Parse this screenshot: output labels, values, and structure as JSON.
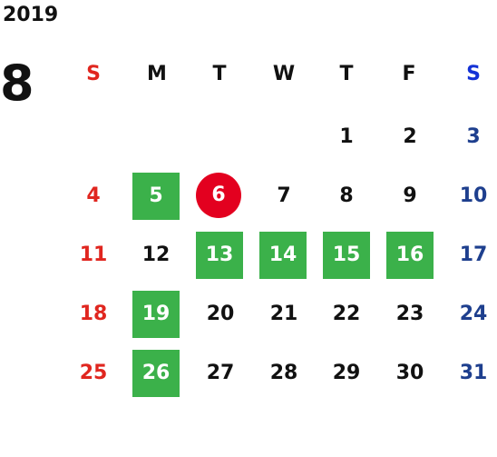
{
  "calendar": {
    "year": "2019",
    "month": "8",
    "weekdays": [
      "S",
      "M",
      "T",
      "W",
      "T",
      "F",
      "S"
    ],
    "colors": {
      "sunday": "#e0261f",
      "saturday": "#1e3f8e",
      "highlight_green": "#3bb14a",
      "today_red": "#e3001f"
    },
    "weeks": [
      [
        "",
        "",
        "",
        "",
        "1",
        "2",
        "3"
      ],
      [
        "4",
        "5",
        "6",
        "7",
        "8",
        "9",
        "10"
      ],
      [
        "11",
        "12",
        "13",
        "14",
        "15",
        "16",
        "17"
      ],
      [
        "18",
        "19",
        "20",
        "21",
        "22",
        "23",
        "24"
      ],
      [
        "25",
        "26",
        "27",
        "28",
        "29",
        "30",
        "31"
      ]
    ],
    "highlighted_days": [
      "5",
      "13",
      "14",
      "15",
      "16",
      "19",
      "26"
    ],
    "today": "6"
  }
}
